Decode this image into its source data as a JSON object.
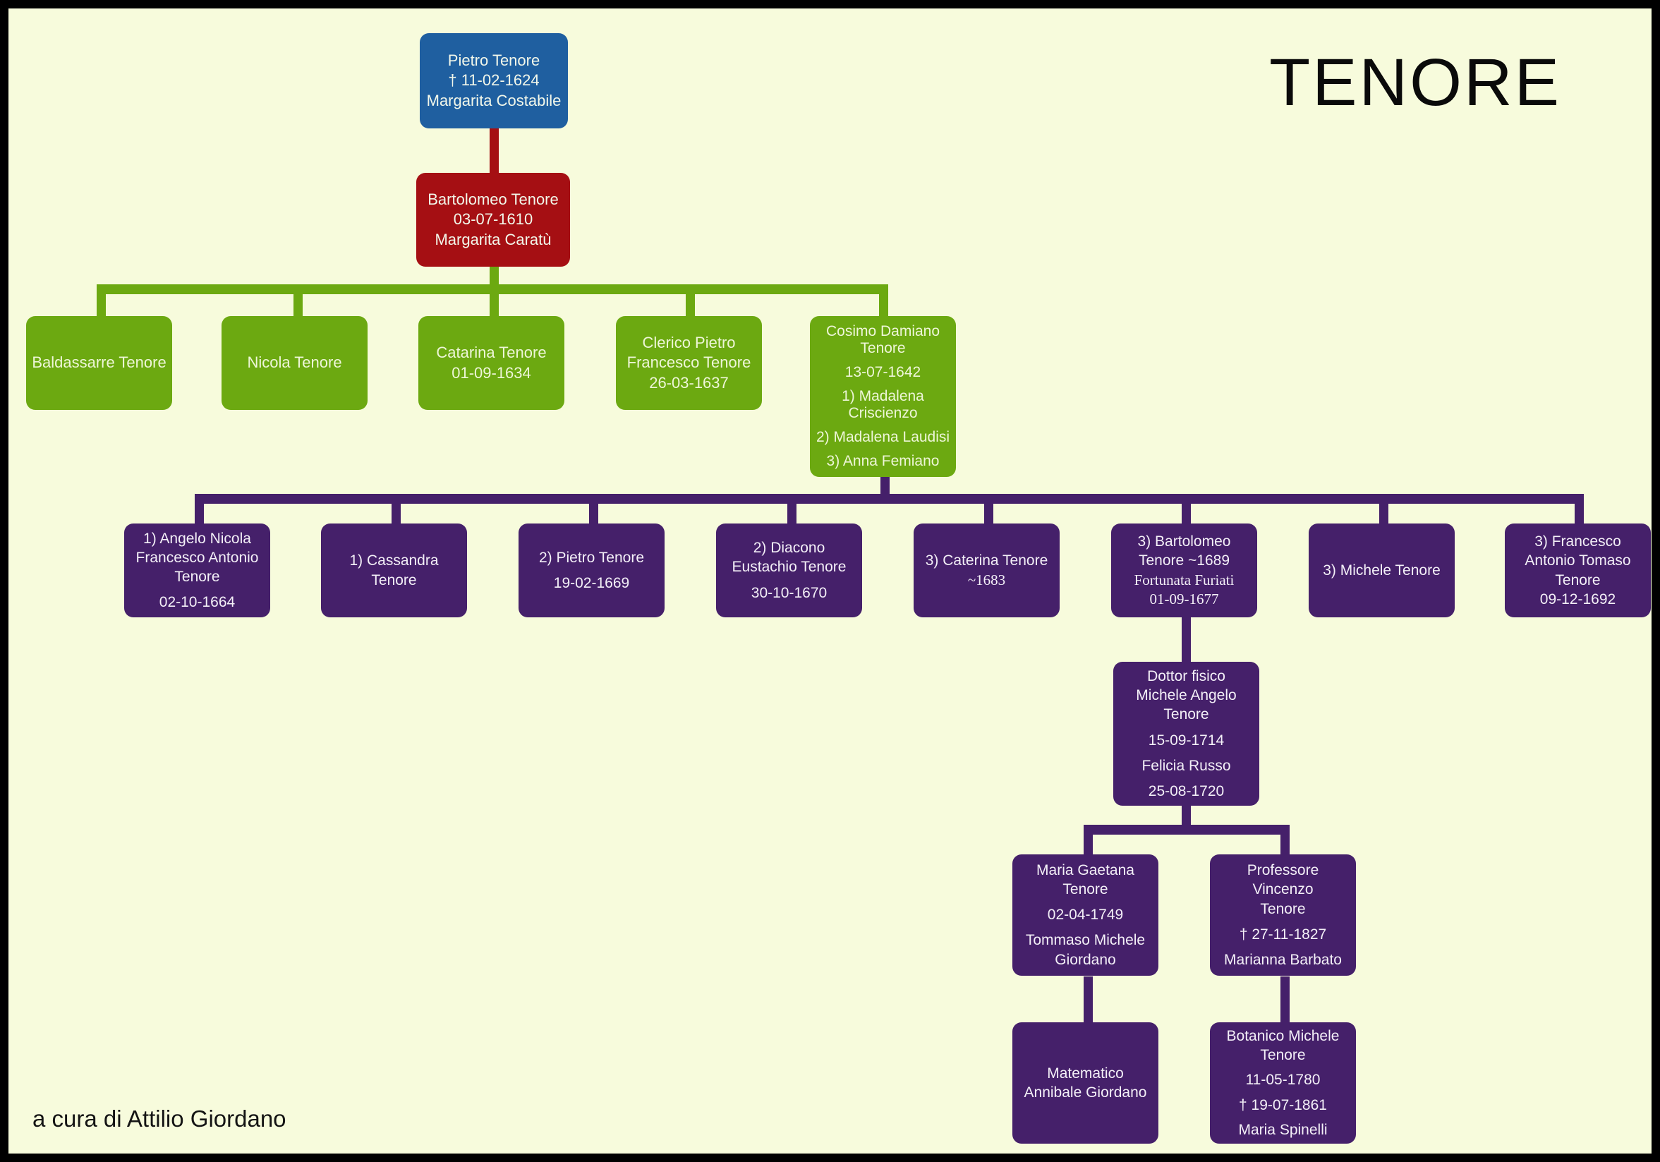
{
  "title": "TENORE",
  "credit": "a cura di Attilio Giordano",
  "colors": {
    "background": "#F7FBDC",
    "frame": "#000000",
    "blue": "#1F5FA0",
    "red": "#A50F13",
    "green": "#6CA911",
    "purple": "#45206A"
  },
  "nodes": {
    "pietro": {
      "lines": [
        "Pietro Tenore",
        "† 11-02-1624",
        "Margarita Costabile"
      ]
    },
    "bartolomeo": {
      "lines": [
        "Bartolomeo Tenore",
        "03-07-1610",
        "Margarita Caratù"
      ]
    },
    "baldassarre": {
      "lines": [
        "Baldassarre Tenore"
      ]
    },
    "nicola": {
      "lines": [
        "Nicola Tenore"
      ]
    },
    "catarina": {
      "lines": [
        "Catarina Tenore",
        "01-09-1634"
      ]
    },
    "clerico": {
      "lines": [
        "Clerico Pietro",
        "Francesco Tenore",
        "26-03-1637"
      ]
    },
    "cosimo": {
      "lines": [
        "Cosimo Damiano",
        "Tenore",
        "13-07-1642",
        "1) Madalena",
        "Criscienzo",
        "2) Madalena Laudisi",
        "3) Anna Femiano"
      ]
    },
    "angelo": {
      "lines": [
        "1) Angelo Nicola",
        "Francesco Antonio",
        "Tenore",
        "02-10-1664"
      ]
    },
    "cassandra": {
      "lines": [
        "1) Cassandra Tenore"
      ]
    },
    "pietro2": {
      "lines": [
        "2) Pietro Tenore",
        "19-02-1669"
      ]
    },
    "diacono": {
      "lines": [
        "2) Diacono",
        "Eustachio Tenore",
        "30-10-1670"
      ]
    },
    "caterina3": {
      "lines": [
        "3) Caterina Tenore",
        "~1683"
      ]
    },
    "bartolomeo3": {
      "lines": [
        "3) Bartolomeo",
        "Tenore ~1689",
        "Fortunata Furiati",
        "01-09-1677"
      ]
    },
    "michele3": {
      "lines": [
        "3) Michele Tenore"
      ]
    },
    "francesco3": {
      "lines": [
        "3) Francesco",
        "Antonio Tomaso",
        "Tenore",
        "09-12-1692"
      ]
    },
    "dottor": {
      "lines": [
        "Dottor fisico",
        "Michele Angelo",
        "Tenore",
        "15-09-1714",
        "Felicia Russo",
        "25-08-1720"
      ]
    },
    "mariagaetana": {
      "lines": [
        "Maria Gaetana",
        "Tenore",
        "02-04-1749",
        "Tommaso Michele",
        "Giordano"
      ]
    },
    "vincenzo": {
      "lines": [
        "Professore Vincenzo",
        "Tenore",
        "† 27-11-1827",
        "Marianna Barbato"
      ]
    },
    "matematico": {
      "lines": [
        "Matematico",
        "Annibale Giordano"
      ]
    },
    "botanico": {
      "lines": [
        "Botanico Michele",
        "Tenore",
        "11-05-1780",
        "† 19-07-1861",
        "Maria Spinelli"
      ]
    }
  }
}
